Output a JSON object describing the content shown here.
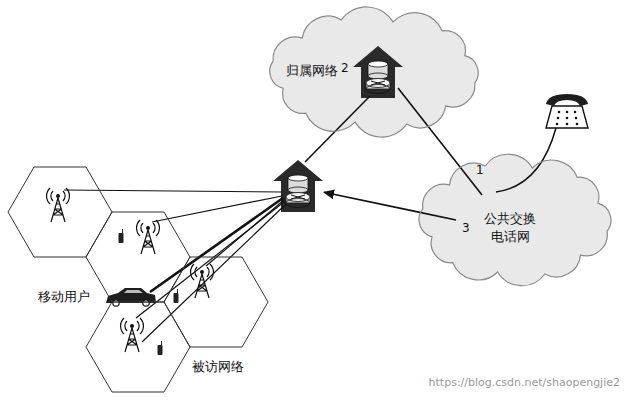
{
  "diagram": {
    "nodes": [
      {
        "text": [
          "归属网络"
        ]
      },
      {
        "text": [
          "公共交换 电话网"
        ]
      },
      {
        "text": [
          "被访网络"
        ]
      }
    ],
    "edges": [
      {
        "from": 1,
        "to": 0,
        "arrow": "none"
      },
      {
        "from": 0,
        "to": 2,
        "arrow": "none"
      },
      {
        "from": 1,
        "to": 2,
        "arrow": "to"
      }
    ],
    "labels": [
      "2",
      "1",
      "3",
      "移动用户",
      "https://blog.csdn.net/shaopengjie2"
    ]
  }
}
